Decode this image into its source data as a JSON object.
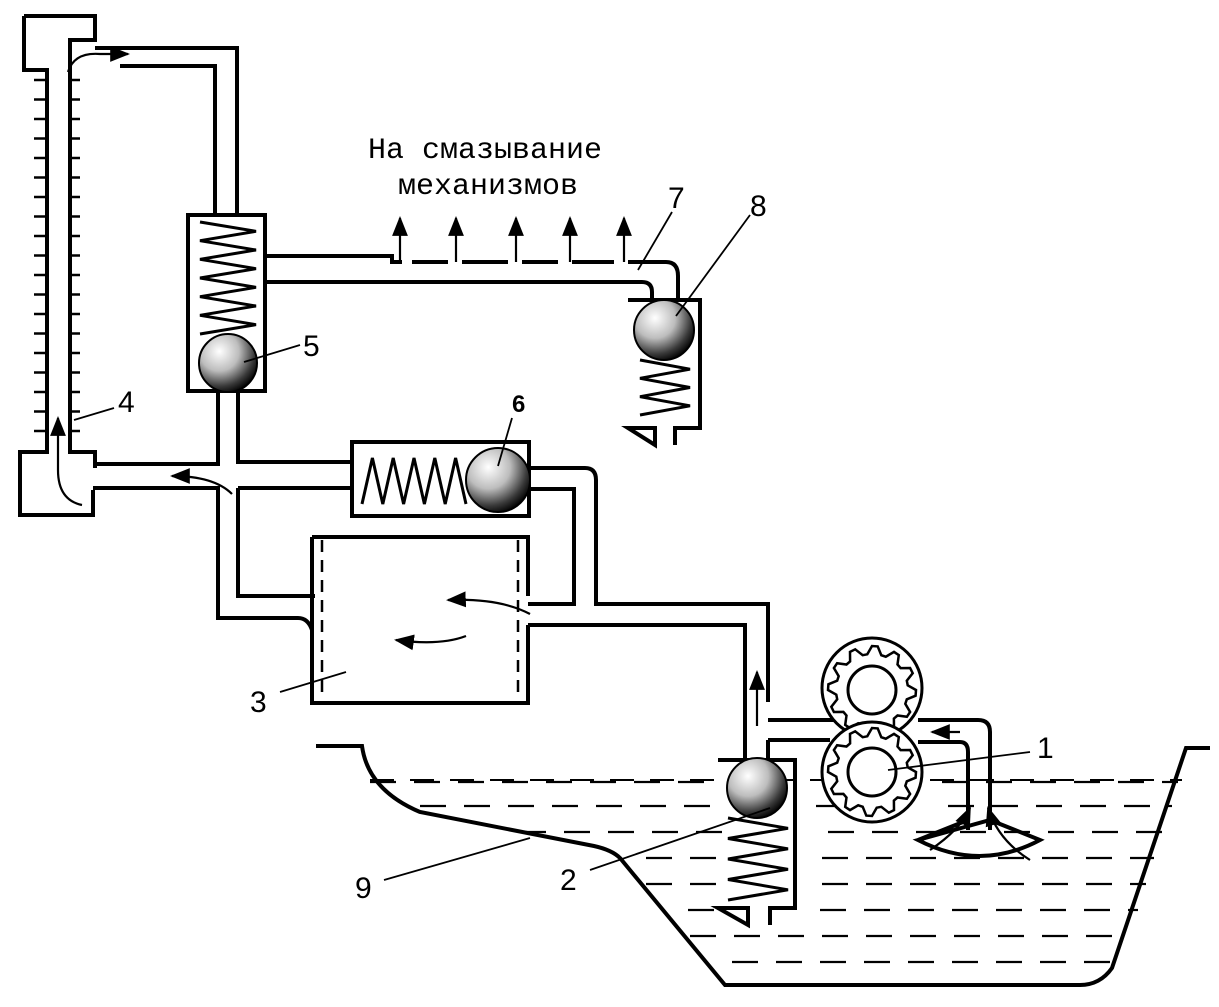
{
  "caption": {
    "line1": "На смазывание",
    "line2": "механизмов"
  },
  "labels": [
    {
      "id": "1",
      "text": "1"
    },
    {
      "id": "2",
      "text": "2"
    },
    {
      "id": "3",
      "text": "3"
    },
    {
      "id": "4",
      "text": "4"
    },
    {
      "id": "5",
      "text": "5"
    },
    {
      "id": "6",
      "text": "6"
    },
    {
      "id": "7",
      "text": "7"
    },
    {
      "id": "8",
      "text": "8"
    },
    {
      "id": "9",
      "text": "9"
    }
  ],
  "colors": {
    "ink": "#000000",
    "paper": "#ffffff"
  }
}
